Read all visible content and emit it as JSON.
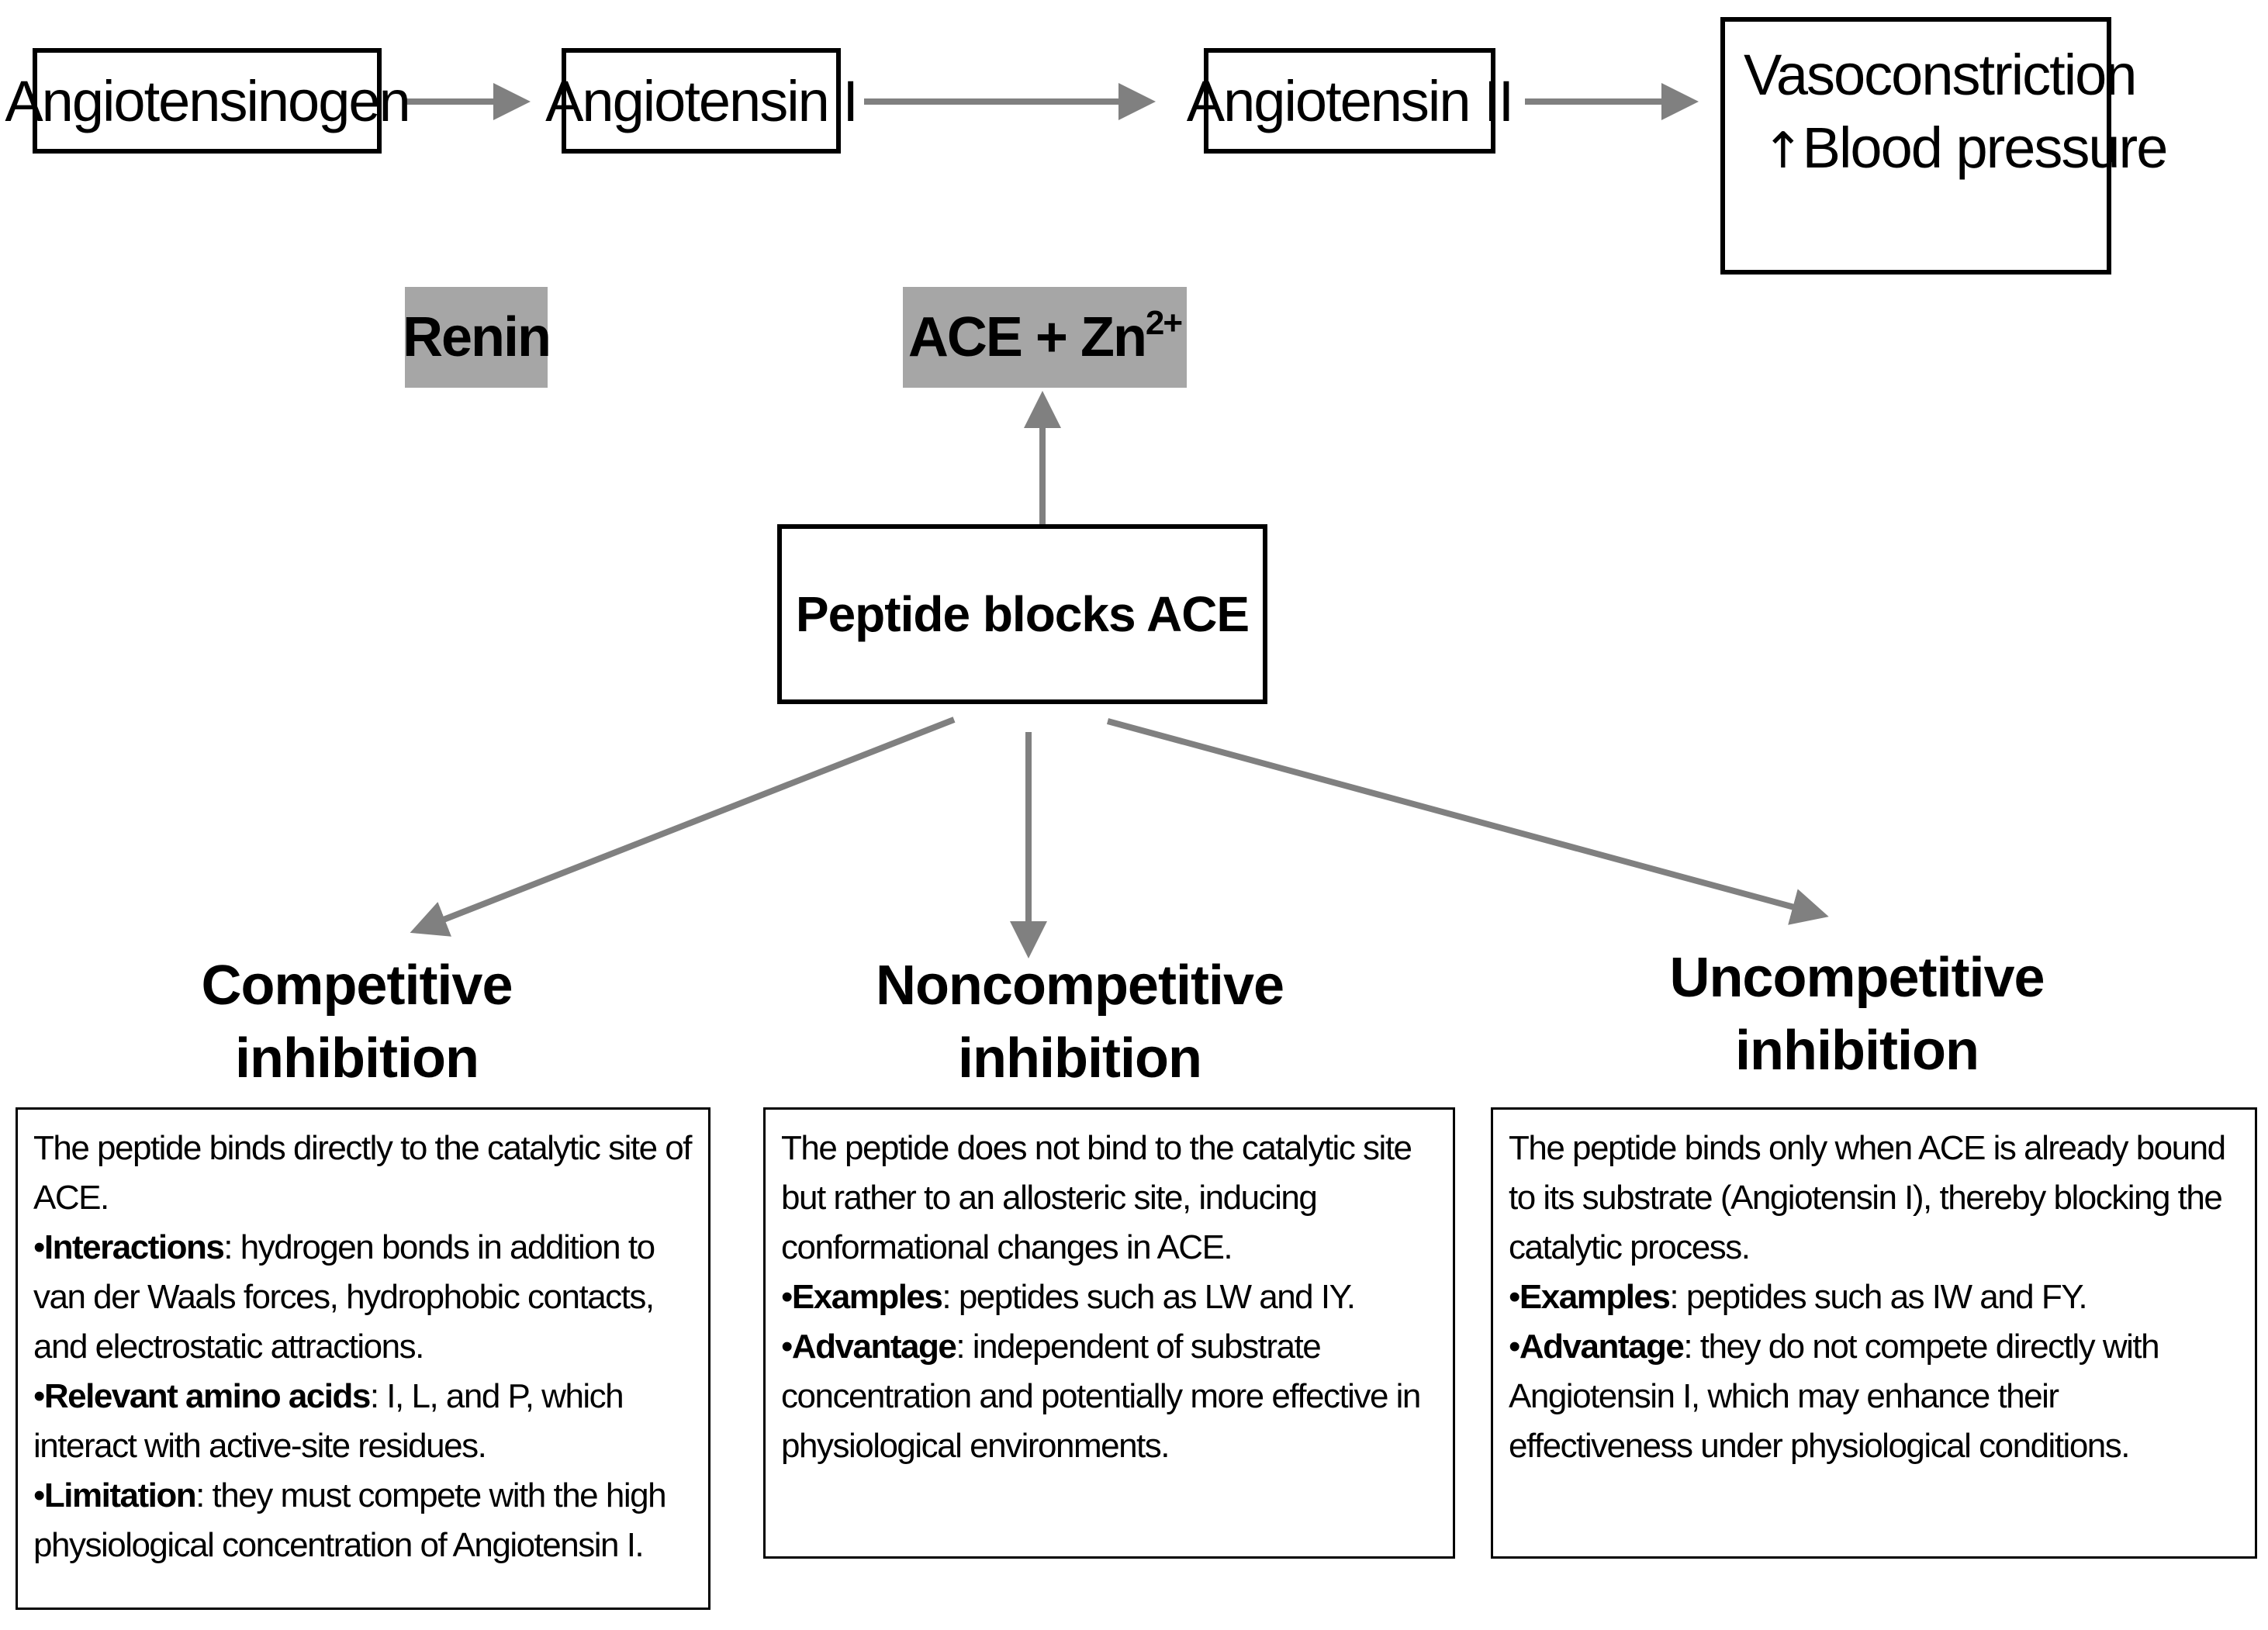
{
  "pathway": {
    "angiotensinogen": "Angiotensinogen",
    "angiotensin_i": "Angiotensin I",
    "angiotensin_ii": "Angiotensin II",
    "effect_line1": "Vasoconstriction",
    "effect_arrow": "↑",
    "effect_line2": "Blood pressure"
  },
  "enzymes": {
    "renin": "Renin",
    "ace": "ACE + Zn",
    "ace_charge": "2+"
  },
  "center": {
    "label": "Peptide blocks ACE"
  },
  "inhibition": [
    {
      "title_line1": "Competitive",
      "title_line2": "inhibition",
      "intro": "The peptide binds directly to the catalytic site of ACE.",
      "points": [
        {
          "bullet": "•",
          "term": "Interactions",
          "text": ": hydrogen bonds in addition to van der Waals forces, hydrophobic contacts, and electrostatic attractions."
        },
        {
          "bullet": "•",
          "term": "Relevant amino acids",
          "text": ": I, L, and P, which interact with active-site residues."
        },
        {
          "bullet": "•",
          "term": "Limitation",
          "text": ": they must compete with the high physiological concentration of Angiotensin I."
        }
      ]
    },
    {
      "title_line1": "Noncompetitive",
      "title_line2": "inhibition",
      "intro": "The peptide does not bind to the catalytic site but rather to an allosteric site, inducing conformational changes in ACE.",
      "points": [
        {
          "bullet": "•",
          "term": "Examples",
          "text": ": peptides such as LW and IY."
        },
        {
          "bullet": "•",
          "term": "Advantage",
          "text": ": independent of substrate concentration and potentially more effective in physiological environments."
        }
      ]
    },
    {
      "title_line1": "Uncompetitive",
      "title_line2": "inhibition",
      "intro": "The peptide binds only when ACE is already bound to its substrate (Angiotensin I), thereby blocking the catalytic process.",
      "points": [
        {
          "bullet": "•",
          "term": "Examples",
          "text": ": peptides such as IW and FY."
        },
        {
          "bullet": "•",
          "term": "Advantage",
          "text": ": they do not compete directly with Angiotensin I, which may enhance their effectiveness under physiological conditions."
        }
      ]
    }
  ],
  "colors": {
    "arrow": "#808080",
    "enzyme_fill": "#a6a6a6"
  }
}
